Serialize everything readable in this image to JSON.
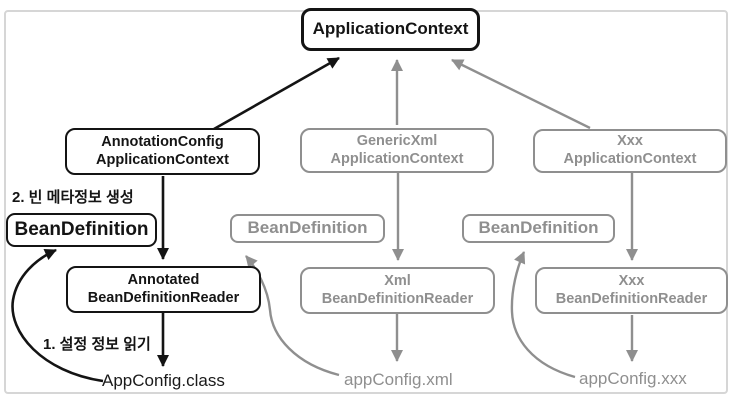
{
  "diagram": {
    "colors": {
      "active": "#141414",
      "inactive": "#8f8f8f",
      "frame": "#d6d6d6",
      "background": "#ffffff"
    },
    "nodes": {
      "application_context": {
        "label": "ApplicationContext"
      },
      "annotation_config_context": {
        "line1": "AnnotationConfig",
        "line2": "ApplicationContext"
      },
      "generic_xml_context": {
        "line1": "GenericXml",
        "line2": "ApplicationContext"
      },
      "xxx_context": {
        "line1": "Xxx",
        "line2": "ApplicationContext"
      },
      "bean_definition_left": {
        "label": "BeanDefinition"
      },
      "bean_definition_middle": {
        "label": "BeanDefinition"
      },
      "bean_definition_right": {
        "label": "BeanDefinition"
      },
      "annotated_reader": {
        "line1": "Annotated",
        "line2": "BeanDefinitionReader"
      },
      "xml_reader": {
        "line1": "Xml",
        "line2": "BeanDefinitionReader"
      },
      "xxx_reader": {
        "line1": "Xxx",
        "line2": "BeanDefinitionReader"
      }
    },
    "annotations": {
      "step2": "2. 빈 메타정보 생성",
      "step1": "1. 설정 정보 읽기"
    },
    "artifacts": {
      "class_file": "AppConfig.class",
      "xml_file": "appConfig.xml",
      "xxx_file": "appConfig.xxx"
    }
  }
}
